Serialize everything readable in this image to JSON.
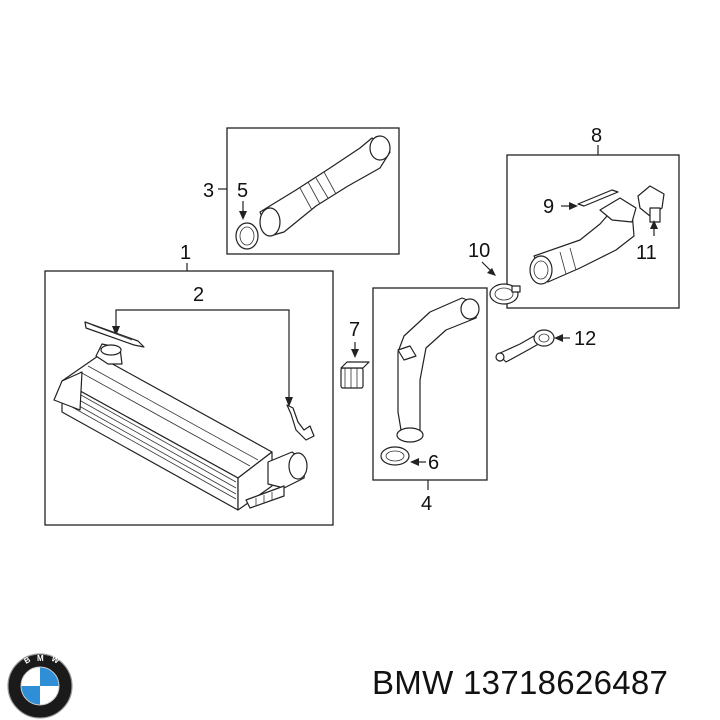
{
  "callouts": {
    "c1": "1",
    "c2": "2",
    "c3": "3",
    "c4": "4",
    "c5": "5",
    "c6": "6",
    "c7": "7",
    "c8": "8",
    "c9": "9",
    "c10": "10",
    "c11": "11",
    "c12": "12"
  },
  "caption": {
    "brand": "BMW",
    "part_number": "13718626487"
  },
  "logo": {
    "icon": "bmw-roundel-icon",
    "letters": "BMW"
  },
  "colors": {
    "logo_blue": "#2f8fd6",
    "logo_ring": "#1a1a1a",
    "line": "#222222"
  }
}
